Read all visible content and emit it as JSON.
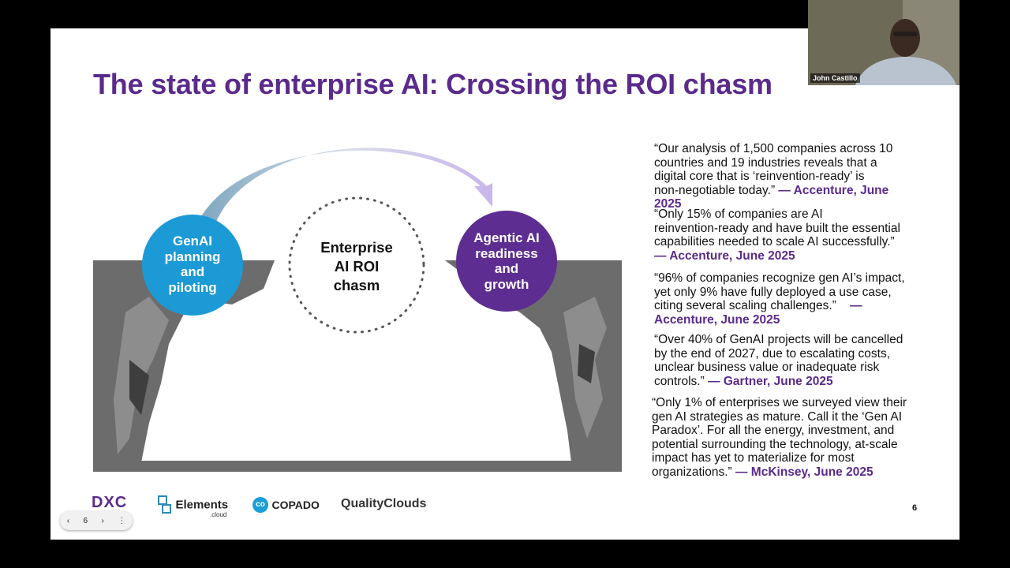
{
  "slide": {
    "title": "The state of enterprise AI: Crossing the ROI chasm",
    "page_number": "6",
    "left_circle": [
      "GenAI",
      "planning",
      "and",
      "piloting"
    ],
    "center_circle": [
      "Enterprise",
      "AI ROI",
      "chasm"
    ],
    "right_circle": [
      "Agentic AI",
      "readiness",
      "and",
      "growth"
    ],
    "colors": {
      "title": "#5a2a8c",
      "left_circle": "#1c9ad6",
      "right_circle": "#5d2d91",
      "rock": "#6d6d6d"
    },
    "quotes": [
      {
        "text_lines": [
          "“Our analysis of 1,500 companies across 10",
          "countries and 19 industries reveals that a",
          "digital core that is ‘reinvention-ready’ is",
          "non-negotiable today.”"
        ],
        "source_lines": [
          "— Accenture, June",
          "2025"
        ]
      },
      {
        "text_lines": [
          "“Only 15% of companies are AI",
          "reinvention-ready and have built the essential",
          "capabilities needed to scale AI successfully.”"
        ],
        "source_lines": [
          "— Accenture, June 2025"
        ]
      },
      {
        "text_lines": [
          "“96% of companies recognize gen AI’s impact,",
          "yet only 9% have fully deployed a use case,",
          "citing several scaling challenges.”"
        ],
        "source_lines": [
          "—",
          "Accenture, June 2025"
        ]
      },
      {
        "text_lines": [
          "“Over 40% of GenAI projects will be cancelled",
          "by the end of 2027, due to escalating costs,",
          "unclear business value or inadequate risk",
          "controls.”"
        ],
        "source_lines": [
          "— Gartner, June 2025"
        ]
      },
      {
        "text_lines": [
          "“Only 1% of enterprises we surveyed view their",
          "gen AI strategies as mature. Call it the ‘Gen AI",
          "Paradox’. For all the energy, investment, and",
          "potential surrounding the technology, at-scale",
          "impact has yet to materialize for most",
          "organizations.”"
        ],
        "source_lines": [
          "— McKinsey, June 2025"
        ]
      }
    ],
    "logos": [
      "DXC",
      "Elements",
      ".cloud",
      "COPADO",
      "QualityClouds"
    ]
  },
  "webcam": {
    "name": "John Castillo"
  },
  "nav": {
    "prev": "‹",
    "page": "6",
    "next": "›",
    "more": "⋮"
  }
}
